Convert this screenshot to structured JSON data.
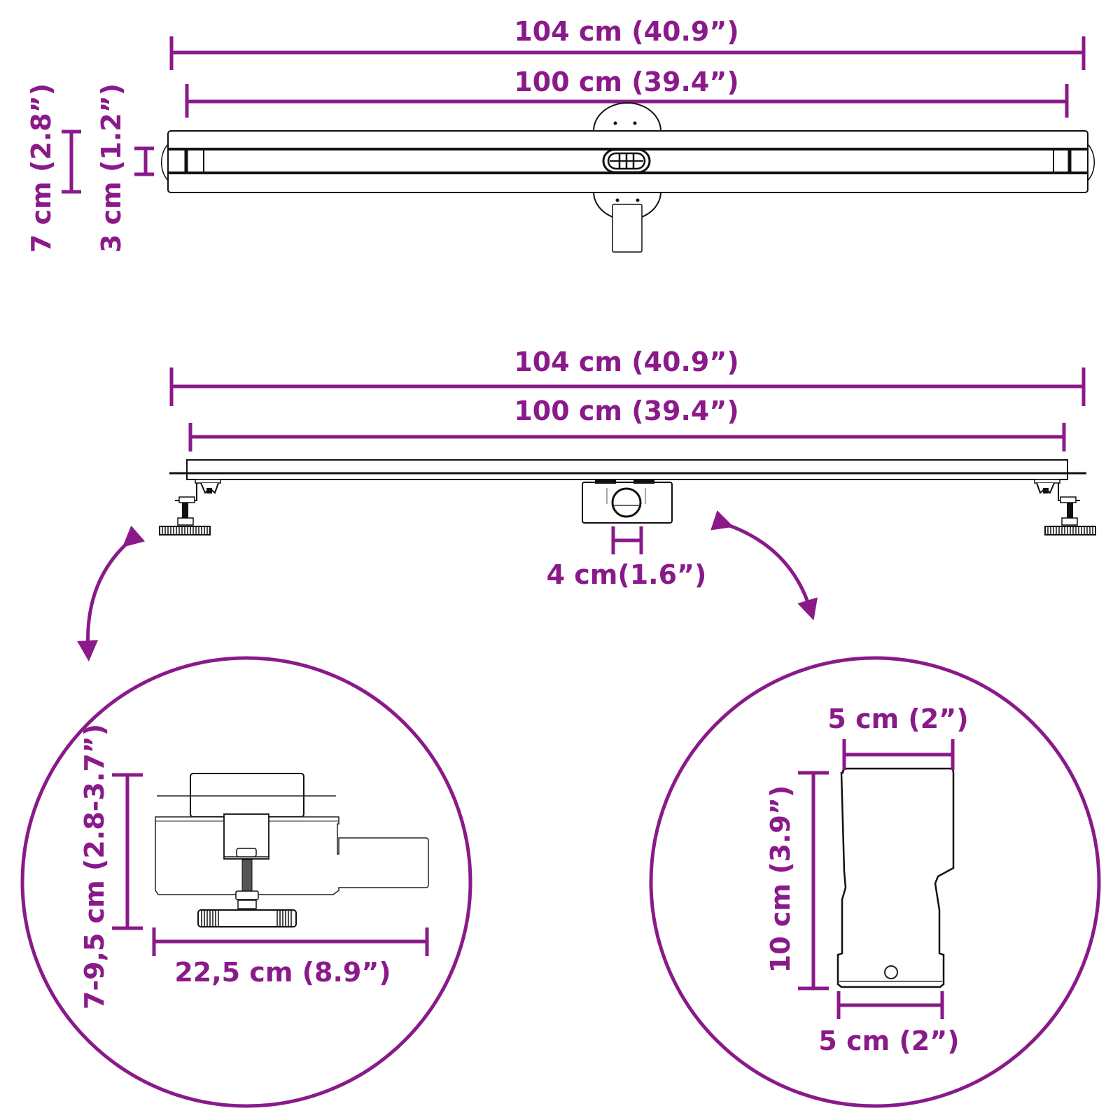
{
  "accent_color": "#8a1a8a",
  "top_view": {
    "overall_length": "104 cm (40.9”)",
    "grate_length": "100 cm (39.4”)",
    "overall_width": "7 cm (2.8”)",
    "channel_width": "3 cm (1.2”)"
  },
  "side_view": {
    "overall_length": "104 cm (40.9”)",
    "grate_length": "100 cm (39.4”)",
    "outlet_diameter": "4 cm(1.6”)"
  },
  "detail_left": {
    "height_range": "7-9,5 cm (2.8-3.7”)",
    "depth": "22,5 cm (8.9”)"
  },
  "detail_right": {
    "top_width": "5 cm (2”)",
    "height": "10 cm (3.9”)",
    "bottom_width": "5 cm (2”)"
  }
}
